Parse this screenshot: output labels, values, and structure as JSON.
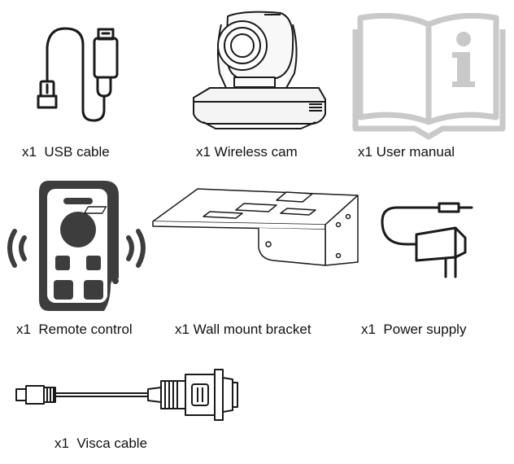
{
  "items": [
    {
      "icon": "usb-cable-icon",
      "label": "x1  USB cable"
    },
    {
      "icon": "wireless-cam-icon",
      "label": "x1 Wireless cam"
    },
    {
      "icon": "user-manual-icon",
      "label": "x1 User manual"
    },
    {
      "icon": "remote-control-icon",
      "label": "x1  Remote control"
    },
    {
      "icon": "wall-mount-bracket-icon",
      "label": "x1 Wall mount bracket"
    },
    {
      "icon": "power-supply-icon",
      "label": "x1  Power supply"
    },
    {
      "icon": "visca-cable-icon",
      "label": "x1  Visca cable"
    }
  ],
  "colors": {
    "line": "#1a1a1a",
    "remote": "#3d3d3d",
    "manual": "#c9c9c9"
  }
}
